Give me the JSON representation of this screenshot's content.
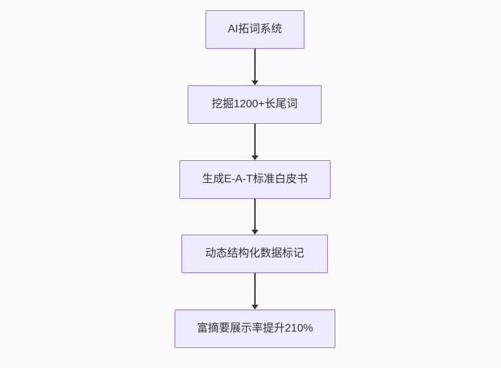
{
  "page": {
    "background_color": "#fafafa"
  },
  "flowchart": {
    "type": "vertical-flowchart",
    "node_fill_color": "#ECECFF",
    "node_border_color": "#9370DB",
    "arrow_color": "#333333",
    "text_color": "#333333",
    "nodes": [
      {
        "id": "A",
        "label": "AI拓词系统"
      },
      {
        "id": "B",
        "label": "挖掘1200+长尾词"
      },
      {
        "id": "C",
        "label": "生成E-A-T标准白皮书"
      },
      {
        "id": "D",
        "label": "动态结构化数据标记"
      },
      {
        "id": "E",
        "label": "富摘要展示率提升210%"
      }
    ],
    "edges": [
      {
        "from": "A",
        "to": "B"
      },
      {
        "from": "B",
        "to": "C"
      },
      {
        "from": "C",
        "to": "D"
      },
      {
        "from": "D",
        "to": "E"
      }
    ]
  }
}
